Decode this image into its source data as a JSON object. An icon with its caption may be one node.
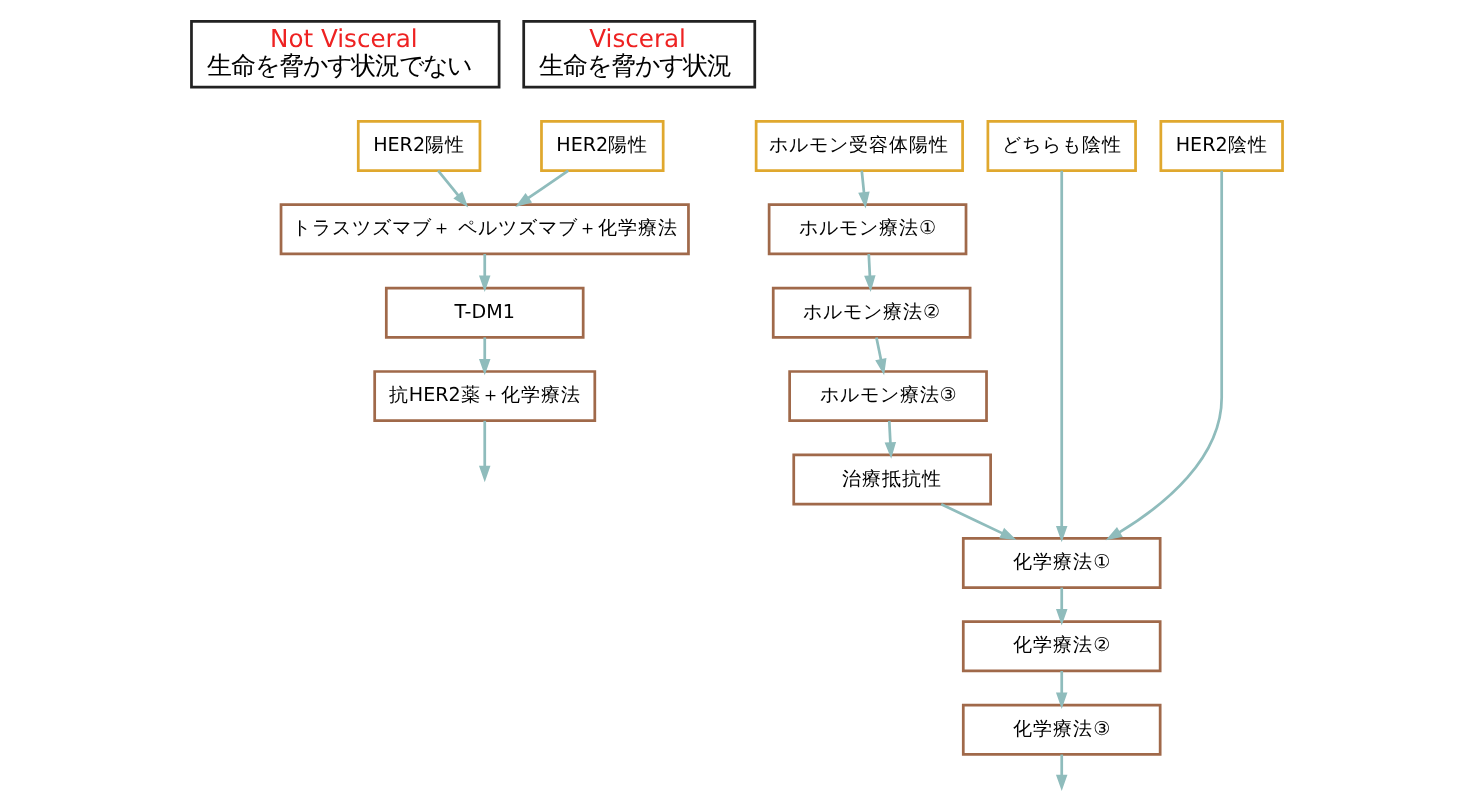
{
  "diagram": {
    "nodes": [
      {
        "text": [
          "Not Visceral",
          "生命を脅かす状況でない"
        ]
      },
      {
        "text": [
          "Visceral",
          "生命を脅かす状況"
        ]
      },
      {
        "text": [
          "ホルモン受容体陽性"
        ]
      },
      {
        "text": [
          "HER2陽性"
        ]
      },
      {
        "text": [
          "どちらも陰性"
        ]
      },
      {
        "text": [
          "HER2陽性"
        ]
      },
      {
        "text": [
          "HER2陰性"
        ]
      },
      {
        "text": [
          "ホルモン療法①"
        ]
      },
      {
        "text": [
          "ホルモン療法②"
        ]
      },
      {
        "text": [
          "ホルモン療法③"
        ]
      },
      {
        "text": [
          "治療抵抗性"
        ]
      },
      {
        "text": [
          "トラスツズマブ＋ ペルツズマブ＋化学療法"
        ]
      },
      {
        "text": [
          "T-DM1"
        ]
      },
      {
        "text": [
          "抗HER2薬＋化学療法"
        ]
      },
      {
        "text": [
          "化学療法①"
        ]
      },
      {
        "text": [
          "化学療法②"
        ]
      },
      {
        "text": [
          "化学療法③"
        ]
      }
    ],
    "edges": [
      {
        "from": 2,
        "to": 7,
        "arrow": "to"
      },
      {
        "from": 7,
        "to": 8,
        "arrow": "to"
      },
      {
        "from": 8,
        "to": 9,
        "arrow": "to"
      },
      {
        "from": 9,
        "to": 10,
        "arrow": "to"
      },
      {
        "from": 10,
        "to": 14,
        "arrow": "to"
      },
      {
        "from": 3,
        "to": 11,
        "arrow": "to"
      },
      {
        "from": 5,
        "to": 11,
        "arrow": "to"
      },
      {
        "from": 4,
        "to": 14,
        "arrow": "to"
      },
      {
        "from": 6,
        "to": 14,
        "arrow": "to"
      },
      {
        "from": 11,
        "to": 12,
        "arrow": "to"
      },
      {
        "from": 12,
        "to": 13,
        "arrow": "to"
      },
      {
        "from": 13,
        "to": null,
        "arrow": "to"
      },
      {
        "from": 14,
        "to": 15,
        "arrow": "to"
      },
      {
        "from": 15,
        "to": 16,
        "arrow": "to"
      },
      {
        "from": 16,
        "to": null,
        "arrow": "to"
      }
    ]
  }
}
